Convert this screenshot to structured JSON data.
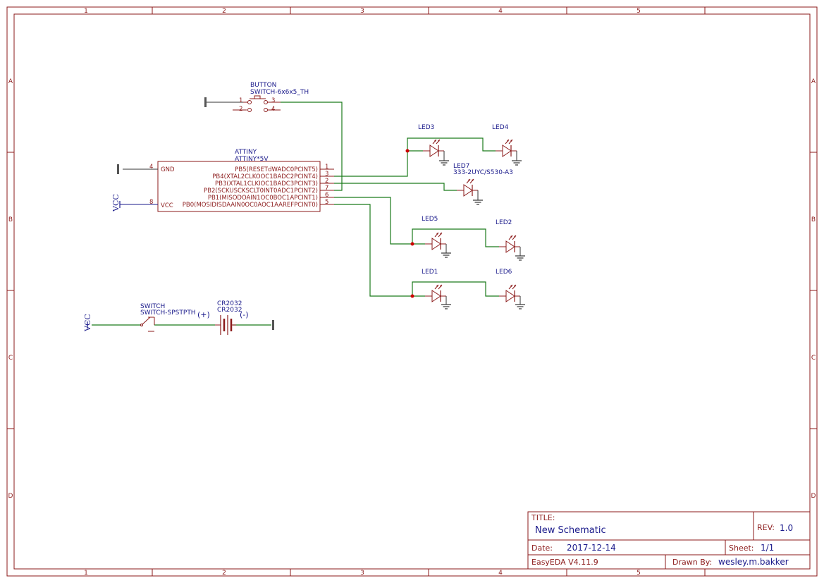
{
  "border": {
    "columns": [
      "1",
      "2",
      "3",
      "4",
      "5"
    ],
    "rows": [
      "A",
      "B",
      "C",
      "D"
    ]
  },
  "ic": {
    "name": "ATTINY",
    "value": "ATTINY*5V",
    "left_pins": [
      {
        "num": "4",
        "label": "GND"
      },
      {
        "num": "8",
        "label": "VCC"
      }
    ],
    "right_pins": [
      {
        "num": "1",
        "label": "PB5(RESETdWADC0PCINT5)"
      },
      {
        "num": "3",
        "label": "PB4(XTAL2CLKOOC1BADC2PCINT4)"
      },
      {
        "num": "2",
        "label": "PB3(XTAL1CLKIOC1BADC3PCINT3)"
      },
      {
        "num": "7",
        "label": "PB2(SCKUSCKSCLT0INT0ADC1PCINT2)"
      },
      {
        "num": "6",
        "label": "PB1(MISODOAIN1OC0BOC1APCINT1)"
      },
      {
        "num": "5",
        "label": "PB0(MOSIDISDAAIN0OC0AOC1AAREFPCINT0)"
      }
    ]
  },
  "button": {
    "name": "BUTTON",
    "value": "SWITCH-6x6x5_TH",
    "pins": [
      "1",
      "2",
      "3",
      "4"
    ]
  },
  "leds": {
    "led3": "LED3",
    "led4": "LED4",
    "led7": "LED7",
    "led7_value": "333-2UYC/S530-A3",
    "led5": "LED5",
    "led2": "LED2",
    "led1": "LED1",
    "led6": "LED6"
  },
  "power_switch": {
    "name": "SWITCH",
    "value": "SWITCH-SPSTPTH"
  },
  "battery": {
    "name": "CR2032",
    "value": "CR2032",
    "plus": "(+)",
    "minus": "(-)"
  },
  "vcc_label": "VCC",
  "title_block": {
    "title_label": "TITLE:",
    "title": "New Schematic",
    "rev_label": "REV:",
    "rev": "1.0",
    "date_label": "Date:",
    "date": "2017-12-14",
    "sheet_label": "Sheet:",
    "sheet": "1/1",
    "software": "EasyEDA V4.11.9",
    "drawn_label": "Drawn By:",
    "drawn_by": "wesley.m.bakker"
  },
  "colors": {
    "frame": "#8b1a1a",
    "wire": "#1a7a1a",
    "text_blue": "#1a1a8b"
  }
}
